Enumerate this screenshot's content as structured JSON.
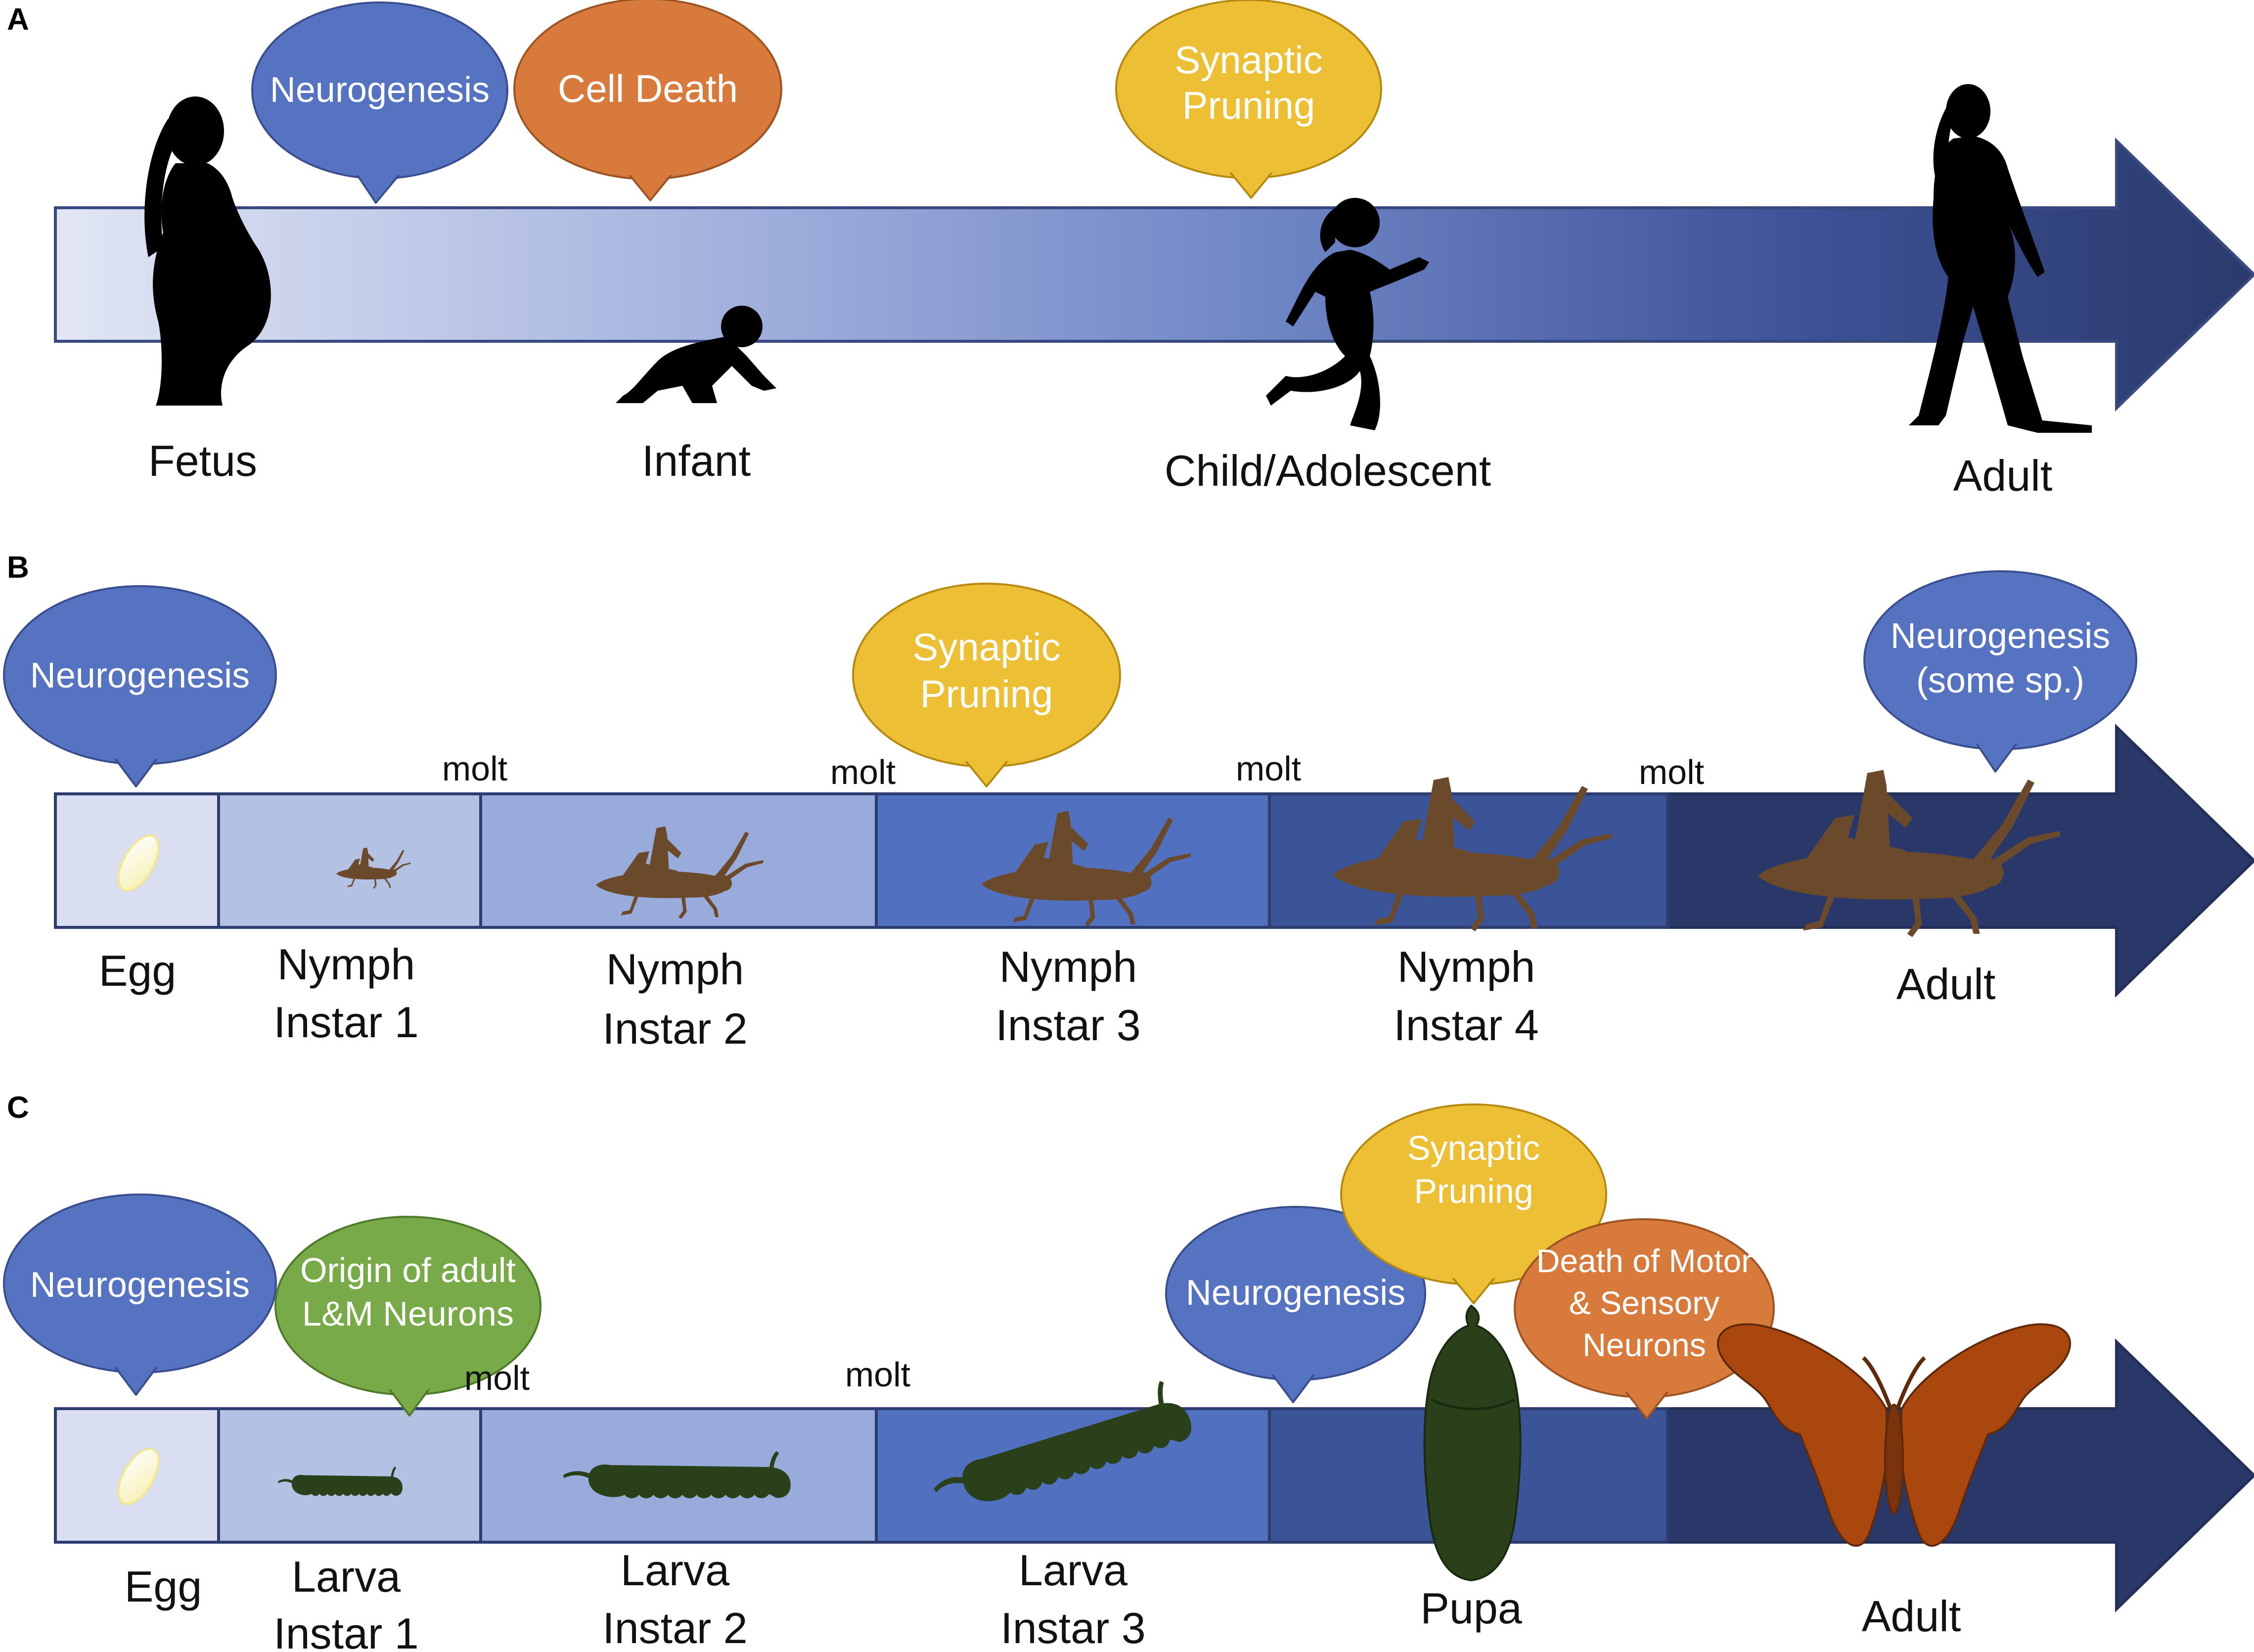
{
  "colors": {
    "blue_bubble": "#5673c2",
    "orange_bubble": "#d77a3b",
    "yellow_bubble": "#ecbf34",
    "green_bubble": "#78aa49",
    "arrow_dark": "#2b3966",
    "insect_brown": "#6b4a2b",
    "larva_green": "#29401b",
    "butterfly_orange": "#a9470f",
    "segment_colors": [
      "#d9def0",
      "#b3c1e3",
      "#98abdb",
      "#5170c0",
      "#3a5497",
      "#293868"
    ]
  },
  "panel_a": {
    "letter": "A",
    "stages": [
      "Fetus",
      "Infant",
      "Child/Adolescent",
      "Adult"
    ],
    "bubbles": [
      {
        "line1": "Neurogenesis",
        "line2": "",
        "color": "blue"
      },
      {
        "line1": "Cell Death",
        "line2": "",
        "color": "orange"
      },
      {
        "line1": "Synaptic",
        "line2": "Pruning",
        "color": "yellow"
      }
    ],
    "icons": [
      "pregnant-woman-icon",
      "crawling-baby-icon",
      "running-child-icon",
      "walking-woman-icon"
    ]
  },
  "panel_b": {
    "letter": "B",
    "stages": [
      {
        "line1": "Egg",
        "line2": ""
      },
      {
        "line1": "Nymph",
        "line2": "Instar 1"
      },
      {
        "line1": "Nymph",
        "line2": "Instar 2"
      },
      {
        "line1": "Nymph",
        "line2": "Instar 3"
      },
      {
        "line1": "Nymph",
        "line2": "Instar 4"
      },
      {
        "line1": "Adult",
        "line2": ""
      }
    ],
    "molt_label": "molt",
    "bubbles": [
      {
        "line1": "Neurogenesis",
        "line2": "",
        "color": "blue"
      },
      {
        "line1": "Synaptic",
        "line2": "Pruning",
        "color": "yellow"
      },
      {
        "line1": "Neurogenesis",
        "line2": "(some sp.)",
        "color": "blue"
      }
    ],
    "icons": [
      "egg-icon",
      "grasshopper-icon"
    ]
  },
  "panel_c": {
    "letter": "C",
    "stages": [
      {
        "line1": "Egg",
        "line2": ""
      },
      {
        "line1": "Larva",
        "line2": "Instar 1"
      },
      {
        "line1": "Larva",
        "line2": "Instar 2"
      },
      {
        "line1": "Larva",
        "line2": "Instar 3"
      },
      {
        "line1": "Pupa",
        "line2": ""
      },
      {
        "line1": "Adult",
        "line2": ""
      }
    ],
    "molt_label": "molt",
    "bubbles": [
      {
        "line1": "Neurogenesis",
        "line2": "",
        "line3": "",
        "color": "blue"
      },
      {
        "line1": "Origin of adult",
        "line2": "L&M Neurons",
        "line3": "",
        "color": "green"
      },
      {
        "line1": "Neurogenesis",
        "line2": "",
        "line3": "",
        "color": "blue"
      },
      {
        "line1": "Synaptic",
        "line2": "Pruning",
        "line3": "",
        "color": "yellow"
      },
      {
        "line1": "Death of Motor",
        "line2": "& Sensory",
        "line3": "Neurons",
        "color": "orange"
      }
    ],
    "icons": [
      "egg-icon",
      "caterpillar-icon",
      "chrysalis-icon",
      "butterfly-icon"
    ]
  }
}
